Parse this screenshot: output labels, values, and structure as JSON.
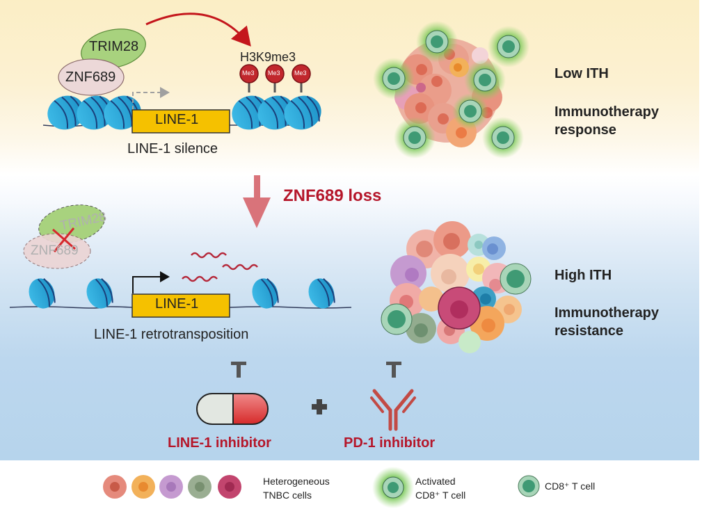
{
  "top": {
    "proteins": {
      "trim28": "TRIM28",
      "znf689": "ZNF689"
    },
    "mark_label": "H3K9me3",
    "me3_label": "Me3",
    "gene_label": "LINE-1",
    "caption": "LINE-1 silence",
    "ith_label": "Low ITH",
    "outcome_label": "Immunotherapy\nresponse",
    "outcome_line1": "Immunotherapy",
    "outcome_line2": "response"
  },
  "transition": {
    "label": "ZNF689 loss"
  },
  "bottom": {
    "proteins": {
      "trim28": "TRIM28",
      "znf689": "ZNF689"
    },
    "gene_label": "LINE-1",
    "caption": "LINE-1 retrotransposition",
    "ith_label": "High ITH",
    "outcome_line1": "Immunotherapy",
    "outcome_line2": "resistance"
  },
  "therapy": {
    "drug1": "LINE-1 inhibitor",
    "drug2": "PD-1 inhibitor",
    "plus": "+"
  },
  "legend": {
    "items": [
      {
        "line1": "Heterogeneous",
        "line2": "TNBC cells"
      },
      {
        "line1": "Activated",
        "line2": "CD8⁺ T cell"
      },
      {
        "line1": "CD8⁺ T cell",
        "line2": ""
      }
    ],
    "tnbc_colors": [
      "#e58a7c",
      "#f2b15a",
      "#c59ad0",
      "#9aae92",
      "#c2456e"
    ]
  },
  "colors": {
    "accent_red": "#b5162a",
    "nucleosome": "#2ba7d8",
    "gene_box": "#f5c100",
    "tcell": "#5aa97c",
    "glow": "#6cc24a"
  }
}
